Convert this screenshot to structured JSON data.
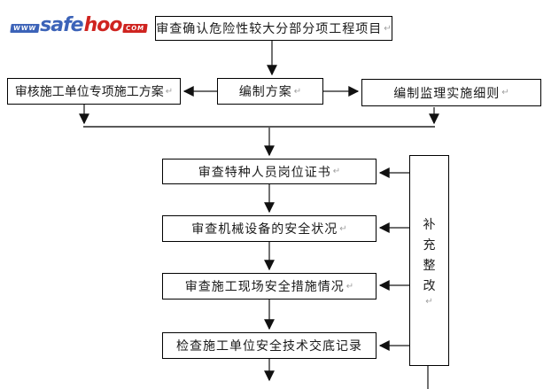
{
  "logo": {
    "www": "WWW",
    "safe": "safe",
    "hoo": "hoo",
    "com": "COM"
  },
  "marks": {
    "paragraph_return": "↵"
  },
  "colors": {
    "logo_blue": "#3c63b8",
    "logo_red": "#cf2420",
    "box_border": "#000000",
    "connector_line": "#5a5a5a",
    "arrowhead": "#111111"
  },
  "flowchart": {
    "top_box": {
      "label": "审查确认危险性较大分部分项工程项目"
    },
    "row2": {
      "left_box": {
        "label": "审核施工单位专项施工方案"
      },
      "center_box": {
        "label": "编制方案"
      },
      "right_box": {
        "label": "编制监理实施细则"
      }
    },
    "steps": [
      {
        "label": "审查特种人员岗位证书"
      },
      {
        "label": "审查机械设备的安全状况"
      },
      {
        "label": "审查施工现场安全措施情况"
      },
      {
        "label": "检查施工单位安全技术交底记录"
      }
    ],
    "feedback_box": {
      "label": "补充整改"
    }
  }
}
